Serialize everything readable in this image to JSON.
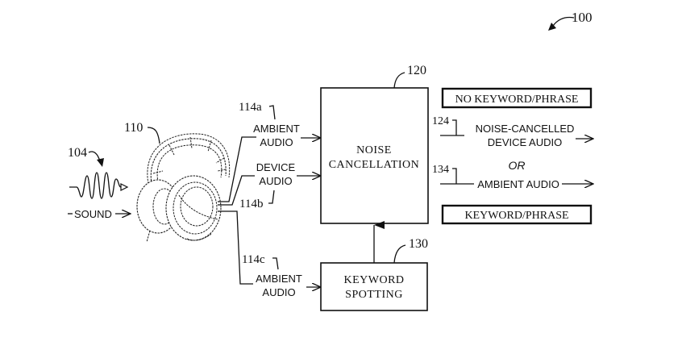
{
  "figure": {
    "ref": "100",
    "sound_wave": {
      "ref": "104",
      "label": "SOUND"
    },
    "headphones": {
      "ref": "110"
    },
    "signals": {
      "ambient_a": {
        "ref": "114a",
        "line1": "AMBIENT",
        "line2": "AUDIO"
      },
      "device_b": {
        "ref": "114b",
        "line1": "DEVICE",
        "line2": "AUDIO"
      },
      "ambient_c": {
        "ref": "114c",
        "line1": "AMBIENT",
        "line2": "AUDIO"
      }
    },
    "noise_cancellation": {
      "ref": "120",
      "line1": "NOISE",
      "line2": "CANCELLATION"
    },
    "keyword_spotting": {
      "ref": "130",
      "line1": "KEYWORD",
      "line2": "SPOTTING"
    },
    "outputs": {
      "no_keyword_label": "NO KEYWORD/PHRASE",
      "noise_cancelled": {
        "ref": "124",
        "line1": "NOISE-CANCELLED",
        "line2": "DEVICE AUDIO"
      },
      "or_label": "OR",
      "ambient_out": {
        "ref": "134",
        "label": "AMBIENT AUDIO"
      },
      "keyword_label": "KEYWORD/PHRASE"
    }
  }
}
